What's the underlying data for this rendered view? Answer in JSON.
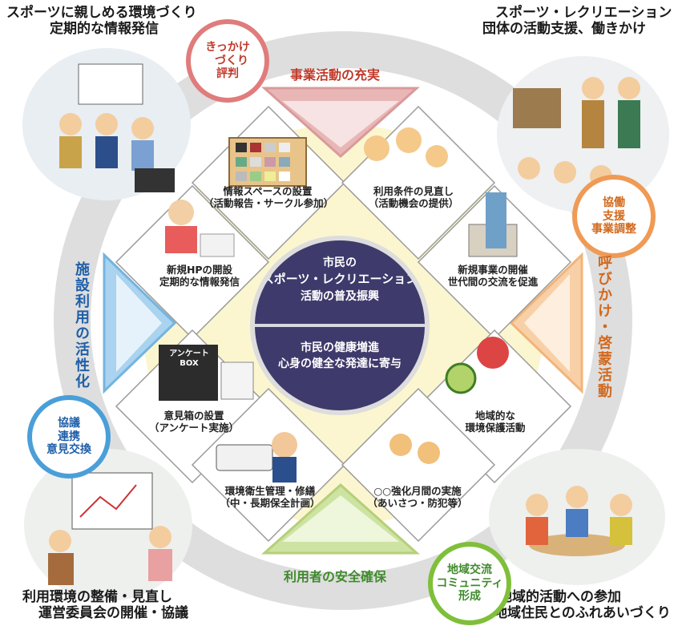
{
  "center": {
    "top": [
      "市民の",
      "スポーツ・レクリエーション",
      "活動の普及振興"
    ],
    "bottom": [
      "市民の健康増進",
      "心身の健全な発達に寄与"
    ]
  },
  "corners": {
    "top_left": [
      "スポーツに親しめる環境づくり",
      "定期的な情報発信"
    ],
    "top_right": [
      "スポーツ・レクリエーション",
      "団体の活動支援、働きかけ"
    ],
    "bottom_left": [
      "利用環境の整備・見直し",
      "運営委員会の開催・協議"
    ],
    "bottom_right": [
      "地域的活動への参加",
      "地域住民とのふれあいづくり"
    ]
  },
  "bubbles": {
    "top_left": [
      "きっかけ",
      "づくり",
      "評判"
    ],
    "right": [
      "協働",
      "支援",
      "事業調整"
    ],
    "left": [
      "協議",
      "連携",
      "意見交換"
    ],
    "bottom": [
      "地域交流",
      "コミュニティ",
      "形成"
    ]
  },
  "arrows": {
    "top": "事業活動の充実",
    "bottom": "利用者の安全確保",
    "left": "施設利用の活性化",
    "right": "呼びかけ・啓蒙活動"
  },
  "diamonds": [
    {
      "line1": "情報スペースの設置",
      "line2": "（活動報告・サークル参加）"
    },
    {
      "line1": "利用条件の見直し",
      "line2": "（活動機会の提供）"
    },
    {
      "line1": "新規HPの開設",
      "line2": "定期的な情報発信"
    },
    {
      "line1": "新規事業の開催",
      "line2": "世代間の交流を促進"
    },
    {
      "line1": "意見箱の設置",
      "line2": "（アンケート実施）"
    },
    {
      "line1": "地域的な",
      "line2": "環境保護活動"
    },
    {
      "line1": "環境衛生管理・修繕",
      "line2": "（中・長期保全計画）"
    },
    {
      "line1": "○○強化月間の実施",
      "line2": "（あいさつ・防犯等）"
    }
  ],
  "image_labels": {
    "box_title": "アンケート",
    "box_sub": "BOX"
  },
  "colors": {
    "hub": "#3e3a6b",
    "ring": "#dcdcdc",
    "top_arrow": "#d99a9a",
    "bottom_arrow": "#b6cf7a",
    "left_arrow": "#74b4df",
    "right_arrow": "#f2b47a",
    "top_text": "#c0392b",
    "bottom_text": "#3f8a2c",
    "left_text": "#1f5fa8",
    "right_text": "#d2691e",
    "bubble_pink": "#e07c7c",
    "bubble_orange": "#ef9a55",
    "bubble_blue": "#4a9fd8",
    "bubble_green": "#7fbf3a"
  }
}
